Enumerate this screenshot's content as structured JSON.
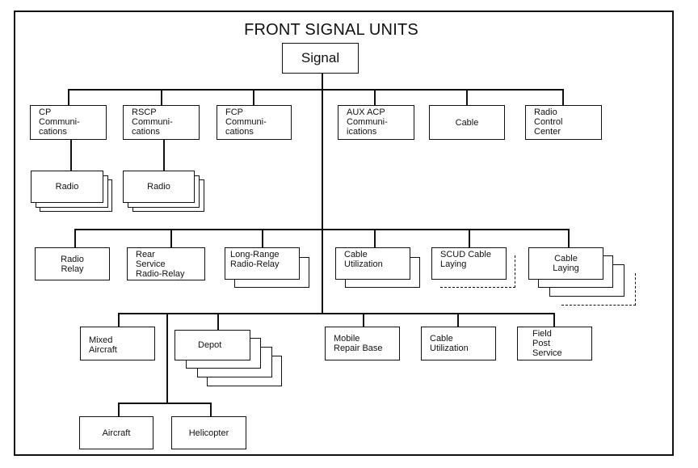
{
  "title": "FRONT SIGNAL UNITS",
  "root": "Signal",
  "row1": {
    "cp": "CP\nCommuni-\ncations",
    "rscp": "RSCP\nCommuni-\ncations",
    "fcp": "FCP\nCommuni-\ncations",
    "aux_acp": "AUX ACP\nCommuni-\nications",
    "cable": "Cable",
    "radio_control": "Radio\nControl\nCenter"
  },
  "row1_sub": {
    "cp_radio": "Radio",
    "rscp_radio": "Radio"
  },
  "row2": {
    "radio_relay": "Radio\nRelay",
    "rear_service": "Rear\nService\nRadio-Relay",
    "long_range": "Long-Range\nRadio-Relay",
    "cable_util": "Cable\nUtilization",
    "scud_cable": "SCUD Cable\nLaying",
    "cable_laying": "Cable\nLaying"
  },
  "row3": {
    "mixed_aircraft": "Mixed\nAircraft",
    "depot": "Depot",
    "mobile_repair": "Mobile\nRepair Base",
    "cable_util": "Cable\nUtilization",
    "field_post": "Field\nPost\nService"
  },
  "row4": {
    "aircraft": "Aircraft",
    "helicopter": "Helicopter"
  }
}
